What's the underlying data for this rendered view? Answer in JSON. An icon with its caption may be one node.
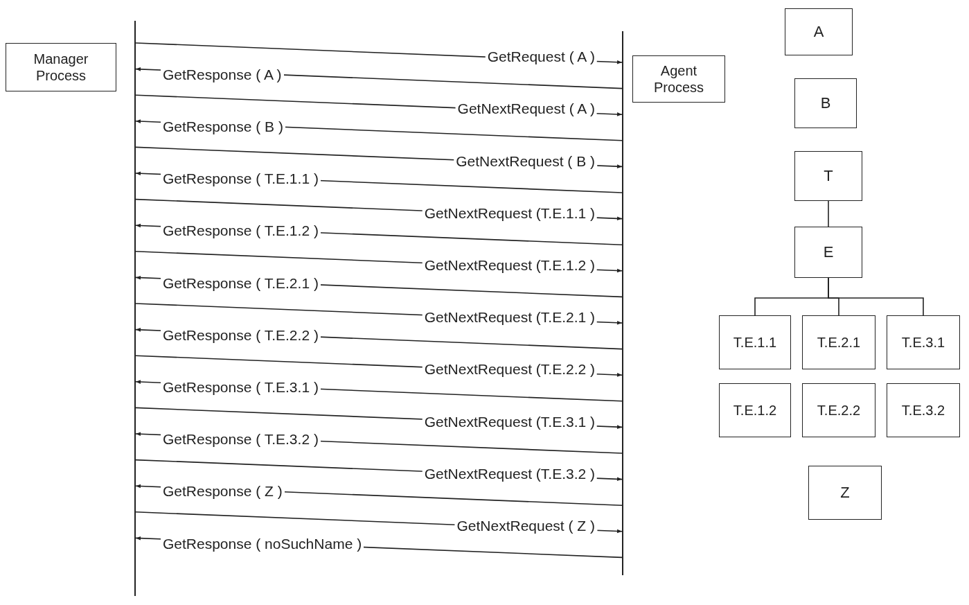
{
  "diagram": {
    "nodes": [
      {
        "text": [
          "Manager Process"
        ]
      },
      {
        "text": [],
        "shape": "bar"
      },
      {
        "text": [],
        "shape": "bar"
      },
      {
        "text": [
          "Agent Process"
        ]
      },
      {
        "text": [
          "A"
        ]
      },
      {
        "text": [
          "B"
        ]
      },
      {
        "text": [
          "T"
        ]
      },
      {
        "text": [
          "E"
        ]
      },
      {
        "text": [
          "T.E.1.1"
        ]
      },
      {
        "text": [
          "T.E.2.1"
        ]
      },
      {
        "text": [
          "T.E.3.1"
        ]
      },
      {
        "text": [
          "T.E.1.2"
        ]
      },
      {
        "text": [
          "T.E.2.2"
        ]
      },
      {
        "text": [
          "T.E.3.2"
        ]
      },
      {
        "text": [
          "Z"
        ]
      }
    ],
    "edges": [
      {
        "from": 1,
        "to": 2,
        "arrow": "to",
        "label": "GetRequest ( A )"
      },
      {
        "from": 2,
        "to": 1,
        "arrow": "to",
        "label": "GetResponse ( A )"
      },
      {
        "from": 1,
        "to": 2,
        "arrow": "to",
        "label": "GetNextRequest ( A )"
      },
      {
        "from": 2,
        "to": 1,
        "arrow": "to",
        "label": "GetResponse ( B )"
      },
      {
        "from": 1,
        "to": 2,
        "arrow": "to",
        "label": "GetNextRequest ( B )"
      },
      {
        "from": 2,
        "to": 1,
        "arrow": "to",
        "label": "GetResponse ( T.E.1.1 )"
      },
      {
        "from": 1,
        "to": 2,
        "arrow": "to",
        "label": "GetNextRequest (T.E.1.1 )"
      },
      {
        "from": 2,
        "to": 1,
        "arrow": "to",
        "label": "GetResponse ( T.E.1.2 )"
      },
      {
        "from": 1,
        "to": 2,
        "arrow": "to",
        "label": "GetNextRequest (T.E.1.2 )"
      },
      {
        "from": 2,
        "to": 1,
        "arrow": "to",
        "label": "GetResponse ( T.E.2.1 )"
      },
      {
        "from": 1,
        "to": 2,
        "arrow": "to",
        "label": "GetNextRequest (T.E.2.1 )"
      },
      {
        "from": 2,
        "to": 1,
        "arrow": "to",
        "label": "GetResponse ( T.E.2.2 )"
      },
      {
        "from": 1,
        "to": 2,
        "arrow": "to",
        "label": "GetNextRequest (T.E.2.2 )"
      },
      {
        "from": 2,
        "to": 1,
        "arrow": "to",
        "label": "GetResponse ( T.E.3.1 )"
      },
      {
        "from": 1,
        "to": 2,
        "arrow": "to",
        "label": "GetNextRequest (T.E.3.1 )"
      },
      {
        "from": 2,
        "to": 1,
        "arrow": "to",
        "label": "GetResponse ( T.E.3.2 )"
      },
      {
        "from": 1,
        "to": 2,
        "arrow": "to",
        "label": "GetNextRequest (T.E.3.2 )"
      },
      {
        "from": 2,
        "to": 1,
        "arrow": "to",
        "label": "GetResponse ( Z )"
      },
      {
        "from": 1,
        "to": 2,
        "arrow": "to",
        "label": "GetNextRequest ( Z )"
      },
      {
        "from": 2,
        "to": 1,
        "arrow": "to",
        "label": "GetResponse ( noSuchName )"
      },
      {
        "from": 6,
        "to": 7,
        "arrow": "none"
      },
      {
        "from": 7,
        "to": 8,
        "arrow": "none"
      },
      {
        "from": 7,
        "to": 9,
        "arrow": "none"
      },
      {
        "from": 7,
        "to": 10,
        "arrow": "none"
      }
    ]
  }
}
